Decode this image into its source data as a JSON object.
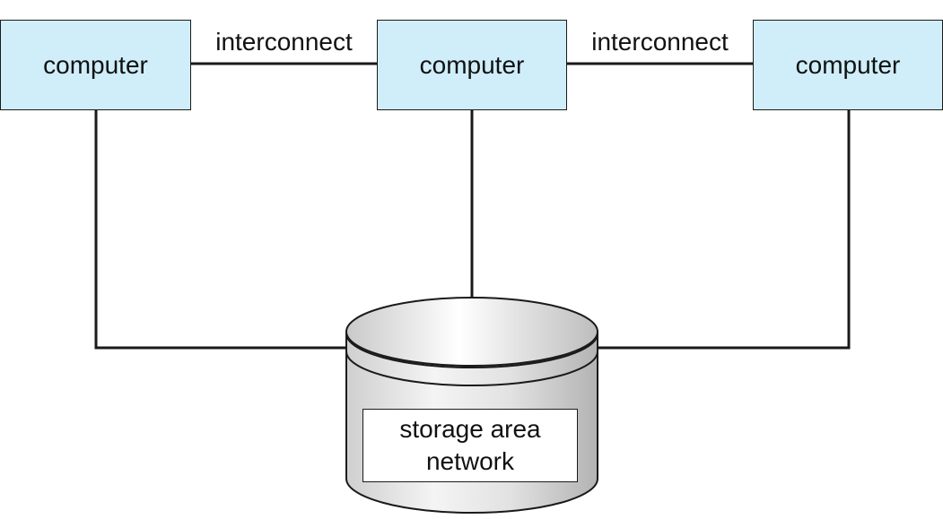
{
  "diagram": {
    "nodes": [
      {
        "id": "computer-left",
        "label": "computer"
      },
      {
        "id": "computer-mid",
        "label": "computer"
      },
      {
        "id": "computer-right",
        "label": "computer"
      }
    ],
    "links": [
      {
        "from": "computer-left",
        "to": "computer-mid",
        "label": "interconnect"
      },
      {
        "from": "computer-mid",
        "to": "computer-right",
        "label": "interconnect"
      }
    ],
    "storage": {
      "label_line1": "storage area",
      "label_line2": "network",
      "connected_to": [
        "computer-left",
        "computer-mid",
        "computer-right"
      ]
    }
  },
  "colors": {
    "node_fill": "#cfeefa",
    "line": "#1a1a1a",
    "cylinder_light": "#ffffff",
    "cylinder_shade": "#bdbdbd"
  }
}
